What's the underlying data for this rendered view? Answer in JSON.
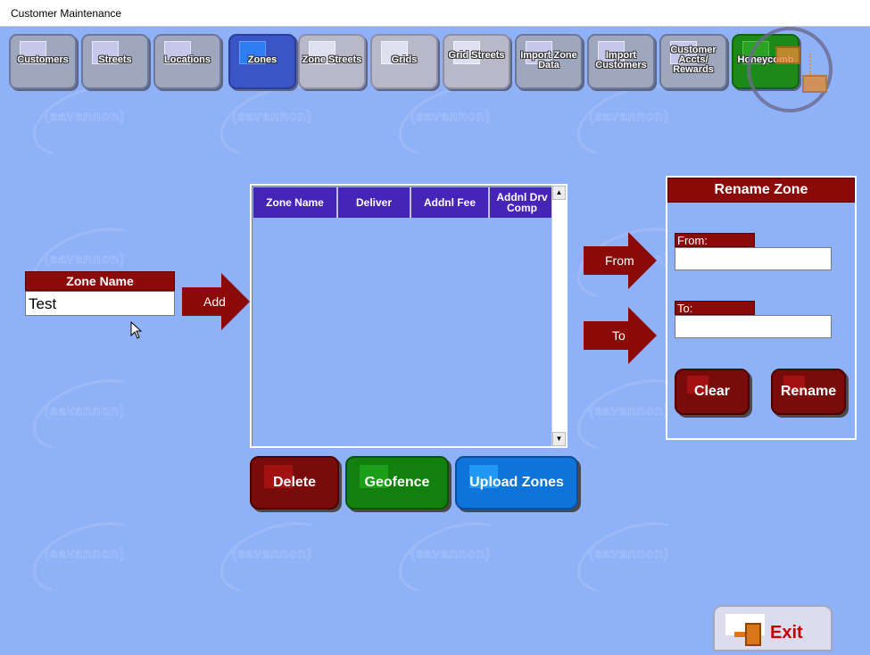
{
  "window": {
    "title": "Customer Maintenance"
  },
  "watermark": {
    "text": "(savannon)"
  },
  "tabs": [
    {
      "label": "Customers"
    },
    {
      "label": "Streets"
    },
    {
      "label": "Locations"
    },
    {
      "label": "Zones"
    },
    {
      "label": "Zone Streets"
    },
    {
      "label": "Grids"
    },
    {
      "label": "Grid Streets"
    },
    {
      "label": "Import Zone Data"
    },
    {
      "label": "Import Customers"
    },
    {
      "label": "Customer Accts/ Rewards"
    },
    {
      "label": "Honeycomb"
    }
  ],
  "zone_name": {
    "header": "Zone Name",
    "value": "Test"
  },
  "add_arrow": {
    "label": "Add"
  },
  "grid": {
    "columns": [
      "Zone Name",
      "Deliver",
      "Addnl Fee",
      "Addnl Drv Comp"
    ],
    "rows": []
  },
  "actions": {
    "delete": "Delete",
    "geofence": "Geofence",
    "upload": "Upload Zones"
  },
  "rename": {
    "title": "Rename Zone",
    "from_label": "From:",
    "from_value": "",
    "to_label": "To:",
    "to_value": "",
    "from_arrow": "From",
    "to_arrow": "To",
    "clear": "Clear",
    "rename": "Rename"
  },
  "exit": {
    "label": "Exit"
  },
  "colors": {
    "background": "#8fb1f7",
    "accent_red": "#8b0a0a",
    "grid_header": "#4525b8",
    "active_tab": "#3b55c6"
  }
}
